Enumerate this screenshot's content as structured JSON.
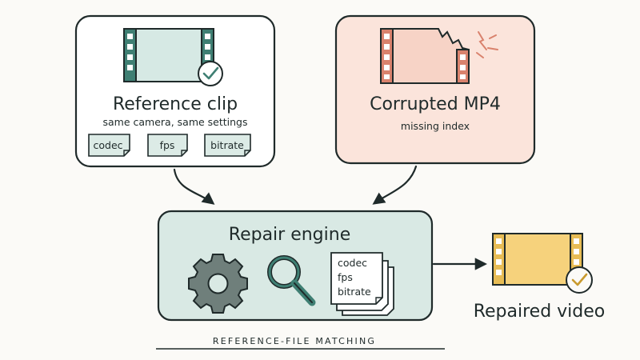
{
  "reference_box": {
    "title": "Reference clip",
    "subtitle": "same camera, same settings",
    "chips": [
      "codec",
      "fps",
      "bitrate"
    ],
    "icon": "film-strip-check-icon"
  },
  "corrupted_box": {
    "title": "Corrupted MP4",
    "subtitle": "missing index",
    "icon": "broken-film-strip-icon"
  },
  "engine_box": {
    "title": "Repair engine",
    "icons": [
      "gear-icon",
      "magnifier-icon",
      "parameter-stack-icon"
    ],
    "params": [
      "codec",
      "fps",
      "bitrate"
    ]
  },
  "output": {
    "label": "Repaired video",
    "icon": "film-strip-check-icon"
  },
  "footer": {
    "caption": "REFERENCE-FILE MATCHING"
  },
  "colors": {
    "ink": "#1f2a2a",
    "teal_fill": "#d9e9e4",
    "teal_film": "#3f7f73",
    "coral_fill": "#fbe4db",
    "coral_film": "#d9826d",
    "gold_film": "#e7bc55"
  }
}
